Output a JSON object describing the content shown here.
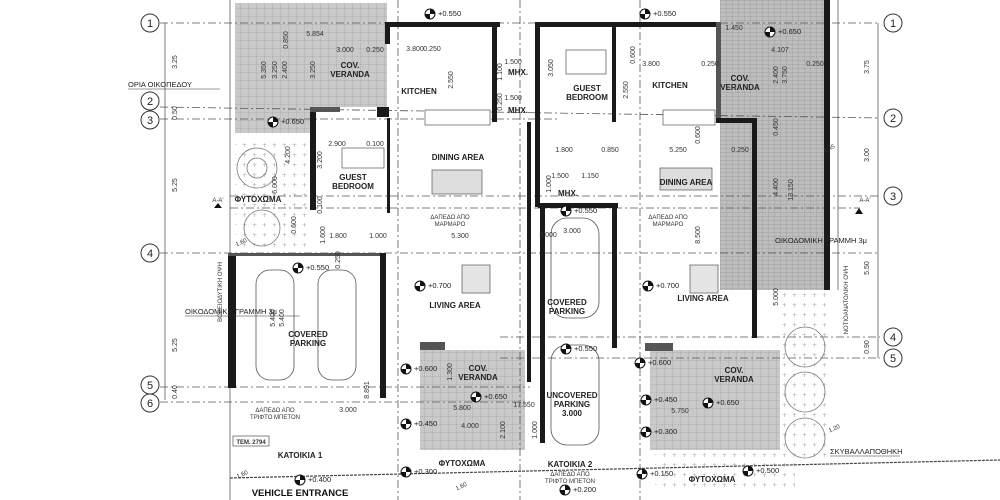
{
  "grid_axes": {
    "left": [
      "1",
      "2",
      "3",
      "4",
      "5",
      "6"
    ],
    "right": [
      "1",
      "2",
      "3",
      "4",
      "5"
    ]
  },
  "axis_dimensions": {
    "left": [
      "3.25",
      "0.50",
      "5.25",
      "5.25",
      "0.40"
    ],
    "right": [
      "3.75",
      "3.00",
      "5.50",
      "0.90"
    ]
  },
  "rooms": {
    "cov_veranda_1": [
      "COV.",
      "VERANDA"
    ],
    "kitchen_1": "KITCHEN",
    "mhx_1": "MHX.",
    "guest_bedroom_1": [
      "GUEST",
      "BEDROOM"
    ],
    "dining_1": "DINING AREA",
    "living_1": "LIVING AREA",
    "covered_parking_1": [
      "COVERED",
      "PARKING"
    ],
    "cov_veranda_1b": [
      "COV.",
      "VERANDA"
    ],
    "guest_bedroom_2": [
      "GUEST",
      "BEDROOM"
    ],
    "kitchen_2": "KITCHEN",
    "cov_veranda_2": [
      "COV.",
      "VERANDA"
    ],
    "mhx_2a": "MHX.",
    "mhx_2b": "MHX.",
    "dining_2": "DINING AREA",
    "living_2": "LIVING AREA",
    "covered_parking_2": [
      "COVERED",
      "PARKING"
    ],
    "uncovered_parking_2": [
      "UNCOVERED",
      "PARKING",
      "3.000"
    ],
    "cov_veranda_2b": [
      "COV.",
      "VERANDA"
    ]
  },
  "notes": {
    "plot_boundary": "ΟΡΙΑ ΟΙΚΟΠΕΔΟΥ",
    "planting_left": "ΦΥΤΟΧΩΜΑ",
    "planting_bottom_1": "ΦΥΤΟΧΩΜΑ",
    "planting_bottom_2": "ΦΥΤΟΧΩΜΑ",
    "section_left": "A-A'",
    "section_right": "A-A'",
    "marble_floor_1": [
      "ΔΑΠΕΔΟ ΑΠΟ",
      "ΜΑΡΜΑΡΟ"
    ],
    "marble_floor_2": [
      "ΔΑΠΕΔΟ ΑΠΟ",
      "ΜΑΡΜΑΡΟ"
    ],
    "building_line_left": "ΟΙΚΟΔΟΜΙΚΗ ΓΡΑΜΜΗ 3μ",
    "building_line_right": "ΟΙΚΟΔΟΜΙΚΗ ΓΡΑΜΜΗ 3μ",
    "concrete_floor_1": [
      "ΔΑΠΕΔΟ ΑΠΟ",
      "ΤΡΙΦΤΟ ΜΠΕΤΟΝ"
    ],
    "plot_number": "ΤΕΜ. 2794",
    "house_1": "ΚΑΤΟΙΚΙΑ 1",
    "house_2": "ΚΑΤΟΙΚΙΑ 2",
    "concrete_floor_2": [
      "ΔΑΠΕΔΟ ΑΠΟ",
      "ΤΡΙΦΤΟ ΜΠΕΤΟΝ"
    ],
    "vehicle_entrance": "VEHICLE ENTRANCE",
    "refuse_store": "ΣΚΥΒΑΛΛΑΠΟΘΗΚΗ",
    "northwest_elevation": "ΒΟΡΕΙΟΔΥΤΙΚΗ ΟΨΗ",
    "southeast_elevation": "ΝΟΤΙΟΑΝΑΤΟΛΙΚΗ ΟΨΗ"
  },
  "elevations": [
    "+0.550",
    "+0.550",
    "+0.650",
    "+0.650",
    "+0.550",
    "+0.700",
    "+0.700",
    "+0.550",
    "+0.550",
    "+0.600",
    "+0.600",
    "+0.650",
    "+0.450",
    "+0.450",
    "+0.650",
    "+0.300",
    "+0.300",
    "+0.400",
    "+0.150",
    "+0.500",
    "+0.200"
  ],
  "dimensions": [
    "5.854",
    "3.000",
    "0.250",
    "3.800",
    "0.250",
    "0.850",
    "5.350",
    "3.250",
    "2.400",
    "3.250",
    "2.550",
    "1.500",
    "1.100",
    "1.500",
    "0.250",
    "2.900",
    "0.100",
    "3.200",
    "4.200",
    "6.000",
    "0.600",
    "0.100",
    "1.800",
    "1.000",
    "5.300",
    "1.600",
    "5.400",
    "5.400",
    "0.250",
    "1.300",
    "3.000",
    "8.891",
    "5.800",
    "4.000",
    "2.100",
    "17.550",
    "3.000",
    "3.050",
    "3.800",
    "0.600",
    "0.250",
    "2.550",
    "1.450",
    "4.107",
    "0.250",
    "2.400",
    "3.750",
    "0.450",
    "0.600",
    "1.800",
    "0.850",
    "5.250",
    "0.250",
    "1.500",
    "1.150",
    "1.000",
    "3.000",
    "4.400",
    "13.150",
    "8.500",
    "5.000",
    "5.750",
    "1.000"
  ],
  "slopes": [
    "1.60",
    "1.60",
    "1.45",
    "1.20",
    "1.60"
  ]
}
